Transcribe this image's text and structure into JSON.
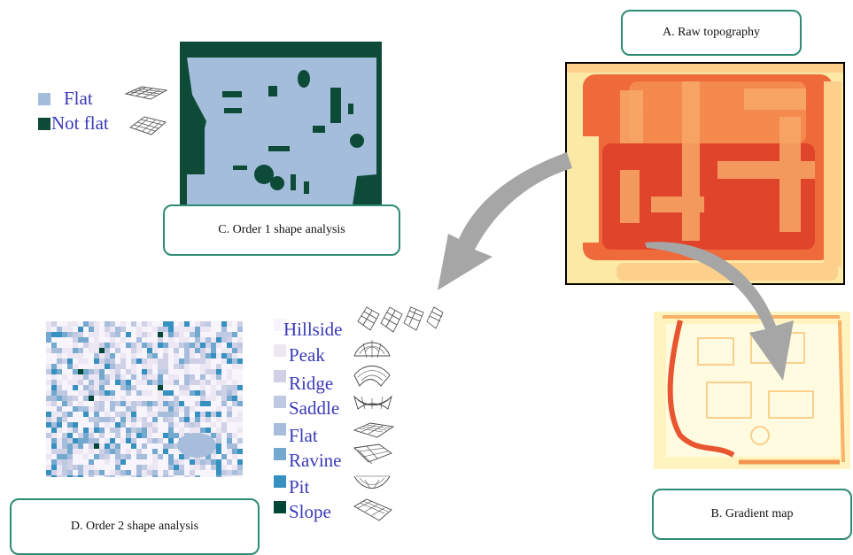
{
  "labels": {
    "a": "A. Raw topography",
    "b": "B. Gradient map",
    "c": "C. Order 1 shape analysis",
    "d": "D. Order 2 shape analysis"
  },
  "legend1": [
    {
      "label": "Flat",
      "color": "#a3bddb"
    },
    {
      "label": "Not flat",
      "color": "#0d4a38"
    }
  ],
  "legend2": [
    {
      "label": "Hillside",
      "color": "#f7f4fb"
    },
    {
      "label": "Peak",
      "color": "#ece7f2"
    },
    {
      "label": "Ridge",
      "color": "#d0d1e6"
    },
    {
      "label": "Saddle",
      "color": "#bfc9e2"
    },
    {
      "label": "Flat",
      "color": "#a6bddb"
    },
    {
      "label": "Ravine",
      "color": "#74a9cf"
    },
    {
      "label": "Pit",
      "color": "#3690c0"
    },
    {
      "label": "Slope",
      "color": "#014636"
    }
  ],
  "colors": {
    "box_border": "#2e8b74",
    "arrow": "#a6a6a6",
    "legend_text": "#3a3ab8",
    "heat_dark": "#d7301f",
    "heat_light": "#fff7c8"
  }
}
